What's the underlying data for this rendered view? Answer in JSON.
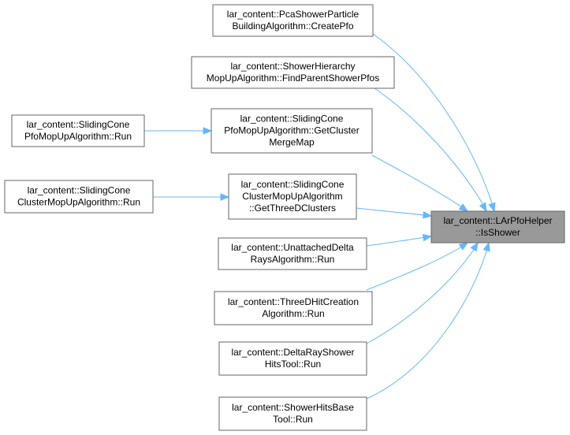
{
  "target": {
    "id": "target",
    "lines": [
      "lar_content::LArPfoHelper",
      "::IsShower"
    ],
    "highlighted": true
  },
  "callers": [
    {
      "id": "n1",
      "lines": [
        "lar_content::PcaShowerParticle",
        "BuildingAlgorithm::CreatePfo"
      ]
    },
    {
      "id": "n2",
      "lines": [
        "lar_content::ShowerHierarchy",
        "MopUpAlgorithm::FindParentShowerPfos"
      ]
    },
    {
      "id": "n3",
      "lines": [
        "lar_content::SlidingCone",
        "PfoMopUpAlgorithm::GetCluster",
        "MergeMap"
      ]
    },
    {
      "id": "n4",
      "lines": [
        "lar_content::SlidingCone",
        "ClusterMopUpAlgorithm",
        "::GetThreeDClusters"
      ]
    },
    {
      "id": "n5",
      "lines": [
        "lar_content::UnattachedDelta",
        "RaysAlgorithm::Run"
      ]
    },
    {
      "id": "n6",
      "lines": [
        "lar_content::ThreeDHitCreation",
        "Algorithm::Run"
      ]
    },
    {
      "id": "n7",
      "lines": [
        "lar_content::DeltaRayShower",
        "HitsTool::Run"
      ]
    },
    {
      "id": "n8",
      "lines": [
        "lar_content::ShowerHitsBase",
        "Tool::Run"
      ]
    },
    {
      "id": "n9",
      "lines": [
        "lar_content::SlidingCone",
        "PfoMopUpAlgorithm::Run"
      ]
    },
    {
      "id": "n10",
      "lines": [
        "lar_content::SlidingCone",
        "ClusterMopUpAlgorithm::Run"
      ]
    }
  ],
  "edges": [
    {
      "from": "n1",
      "to": "target"
    },
    {
      "from": "n2",
      "to": "target"
    },
    {
      "from": "n3",
      "to": "target"
    },
    {
      "from": "n4",
      "to": "target"
    },
    {
      "from": "n5",
      "to": "target"
    },
    {
      "from": "n6",
      "to": "target"
    },
    {
      "from": "n7",
      "to": "target"
    },
    {
      "from": "n8",
      "to": "target"
    },
    {
      "from": "n9",
      "to": "n3"
    },
    {
      "from": "n10",
      "to": "n4"
    }
  ],
  "colors": {
    "edge": "#63b8ff",
    "node_border": "#666666",
    "target_fill": "#999999",
    "node_fill": "#ffffff"
  }
}
